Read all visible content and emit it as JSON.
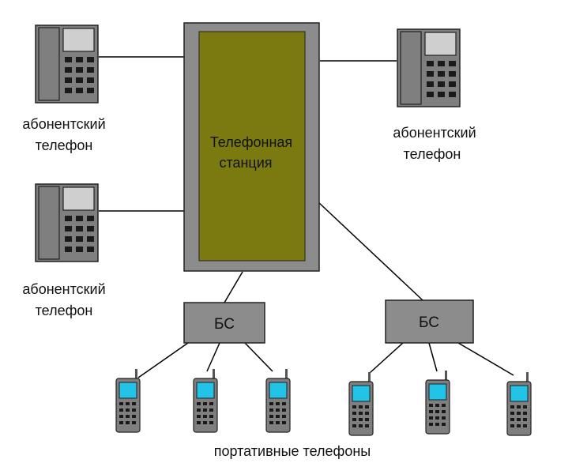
{
  "station": {
    "label_line1": "Телефонная",
    "label_line2": "станция"
  },
  "desk_phones": [
    {
      "label_line1": "абонентский",
      "label_line2": "телефон"
    },
    {
      "label_line1": "абонентский",
      "label_line2": "телефон"
    },
    {
      "label_line1": "абонентский",
      "label_line2": "телефон"
    }
  ],
  "base_stations": [
    {
      "label": "БС"
    },
    {
      "label": "БС"
    }
  ],
  "mobiles_caption": "портативные телефоны",
  "colors": {
    "station_outer": "#8c8c8c",
    "station_inner": "#7a7a10",
    "phone_body": "#7f7f7f",
    "phone_screen": "#cfcfcf",
    "phone_key": "#1a1a1a",
    "base_station": "#8c8c8c",
    "mobile_screen": "#22c3e6",
    "line": "#000000"
  }
}
